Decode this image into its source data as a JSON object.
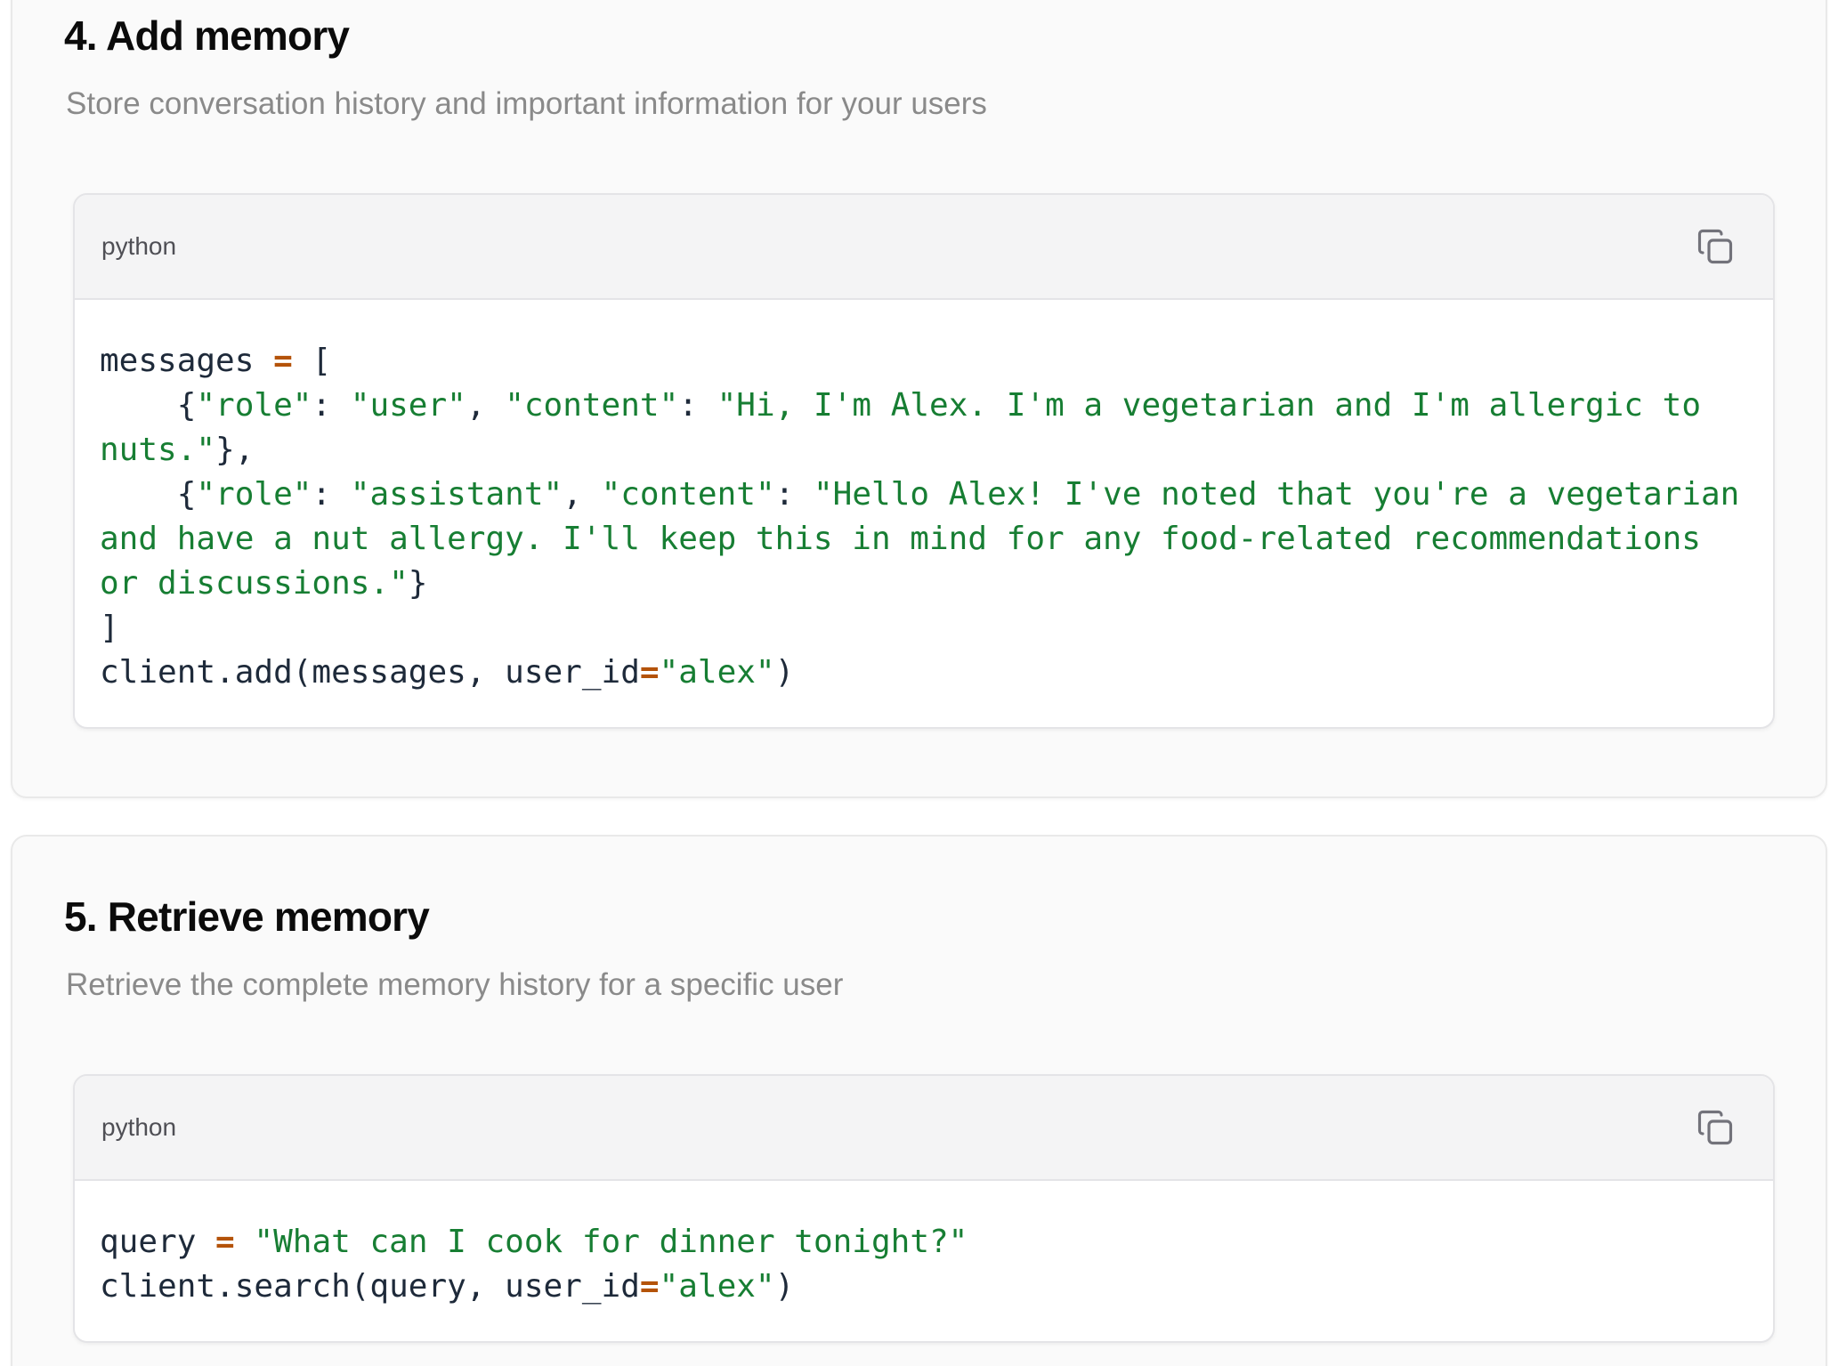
{
  "colors": {
    "page_bg": "#ffffff",
    "card_bg": "#fafafa",
    "card_border": "#e9e9e9",
    "code_border": "#e4e4e7",
    "code_header_bg": "#f4f4f5",
    "code_body_bg": "#ffffff",
    "heading_text": "#0b0b0b",
    "subtitle_text": "#8a8a8a",
    "language_label_text": "#4f4f55",
    "copy_icon": "#72727a",
    "code_default": "#1e2a3a",
    "code_string": "#177e33",
    "code_operator": "#b45309"
  },
  "sections": [
    {
      "heading": "4. Add memory",
      "subtitle": "Store conversation history and important information for your users",
      "code_block": {
        "language_label": "python",
        "copy_icon": "copy-icon",
        "lines": [
          [
            [
              "plain",
              "messages "
            ],
            [
              "operator",
              "="
            ],
            [
              "plain",
              " ["
            ]
          ],
          [
            [
              "plain",
              "    {"
            ],
            [
              "string",
              "\"role\""
            ],
            [
              "plain",
              ": "
            ],
            [
              "string",
              "\"user\""
            ],
            [
              "plain",
              ", "
            ],
            [
              "string",
              "\"content\""
            ],
            [
              "plain",
              ": "
            ],
            [
              "string",
              "\"Hi, I'm Alex. I'm a vegetarian and I'm allergic to"
            ]
          ],
          [
            [
              "string",
              "nuts.\""
            ],
            [
              "plain",
              "},"
            ]
          ],
          [
            [
              "plain",
              "    {"
            ],
            [
              "string",
              "\"role\""
            ],
            [
              "plain",
              ": "
            ],
            [
              "string",
              "\"assistant\""
            ],
            [
              "plain",
              ", "
            ],
            [
              "string",
              "\"content\""
            ],
            [
              "plain",
              ": "
            ],
            [
              "string",
              "\"Hello Alex! I've noted that you're a vegetarian"
            ]
          ],
          [
            [
              "string",
              "and have a nut allergy. I'll keep this in mind for any food-related recommendations"
            ]
          ],
          [
            [
              "string",
              "or discussions.\""
            ],
            [
              "plain",
              "}"
            ]
          ],
          [
            [
              "plain",
              "]"
            ]
          ],
          [
            [
              "plain",
              "client.add(messages, user_id"
            ],
            [
              "operator",
              "="
            ],
            [
              "string",
              "\"alex\""
            ],
            [
              "plain",
              ")"
            ]
          ]
        ]
      }
    },
    {
      "heading": "5. Retrieve memory",
      "subtitle": "Retrieve the complete memory history for a specific user",
      "code_block": {
        "language_label": "python",
        "copy_icon": "copy-icon",
        "lines": [
          [
            [
              "plain",
              "query "
            ],
            [
              "operator",
              "="
            ],
            [
              "plain",
              " "
            ],
            [
              "string",
              "\"What can I cook for dinner tonight?\""
            ]
          ],
          [
            [
              "plain",
              "client.search(query, user_id"
            ],
            [
              "operator",
              "="
            ],
            [
              "string",
              "\"alex\""
            ],
            [
              "plain",
              ")"
            ]
          ]
        ]
      }
    }
  ]
}
